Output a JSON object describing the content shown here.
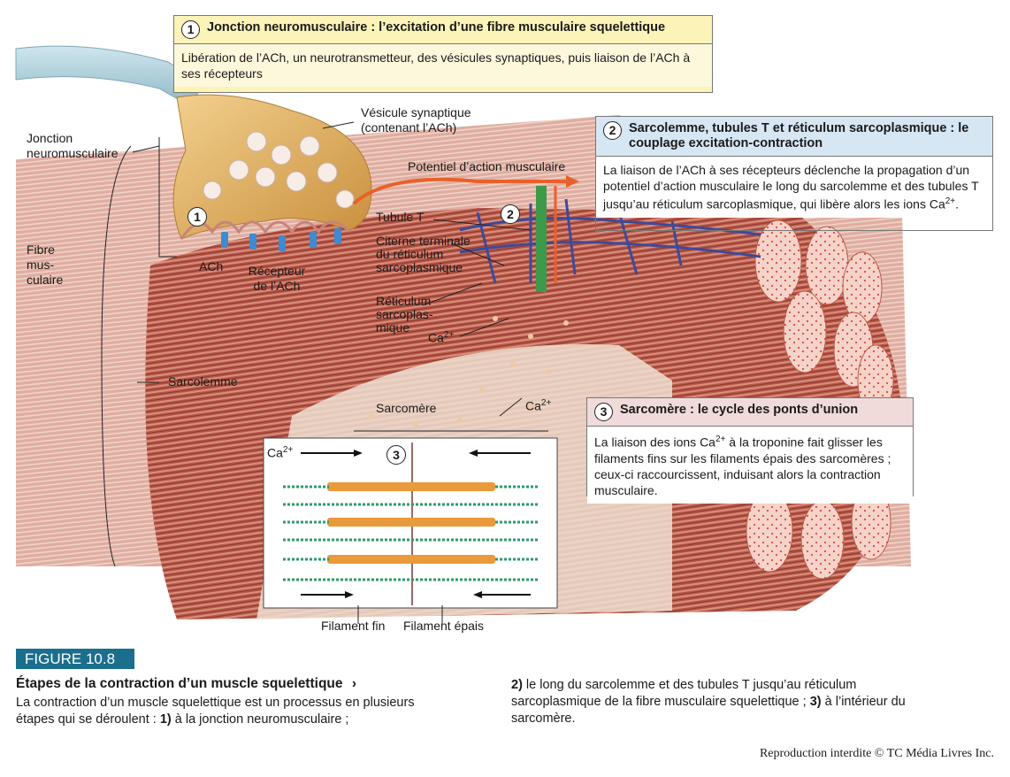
{
  "box1": {
    "num": "1",
    "title": "Jonction neuromusculaire : l’excitation d’une fibre musculaire squelettique",
    "text": "Libération de l’ACh, un neurotransmetteur, des vésicules synaptiques, puis liaison de l’ACh à ses récepteurs"
  },
  "box2": {
    "num": "2",
    "title": "Sarcolemme, tubules T et réticulum sarcoplasmique : le couplage excitation-contraction",
    "text_before": "La liaison de l’ACh à ses récepteurs déclenche la propagation d’un potentiel d’action musculaire le long du sarcolemme et des tubules T jusqu’au réticulum sarcoplasmique, qui libère alors les ions Ca",
    "sup": "2+",
    "text_after": "."
  },
  "box3": {
    "num": "3",
    "title": "Sarcomère : le cycle des ponts d’union",
    "text_before": "La liaison des ions Ca",
    "sup": "2+",
    "text_after": " à la troponine fait glisser les filaments fins sur les filaments épais des sarcomères ; ceux-ci raccourcissent, induisant alors la contraction musculaire."
  },
  "labels": {
    "jonction": "Jonction neuromusculaire",
    "fibre": "Fibre mus-culaire",
    "vesicule": "Vésicule synaptique (contenant l’ACh)",
    "potentiel": "Potentiel d’action musculaire",
    "tubule": "Tubule T",
    "citerne": "Citerne terminale du réticulum sarcoplasmique",
    "reticulum": "Réticulum sarcoplas-mique",
    "ca": "Ca",
    "ca_sup": "2+",
    "ach": "ACh",
    "recepteur": "Récepteur de l’ACh",
    "sarcolemme": "Sarcolemme",
    "sarcomere": "Sarcomère",
    "filament_fin": "Filament fin",
    "filament_epais": "Filament épais",
    "step1": "1",
    "step2": "2",
    "step3": "3"
  },
  "figure": {
    "badge": "FIGURE 10.8",
    "title": "Étapes de la contraction d’un muscle squelettique",
    "chevron": "›",
    "col1_text": "La contraction d’un muscle squelettique est un processus en plusieurs étapes qui se déroulent : ",
    "col1_b1": "1)",
    "col1_t1": " à la jonction neuromusculaire ;",
    "col2_b2": "2)",
    "col2_t2": " le long du sarcolemme et des tubules T jusqu’au réticulum sarcoplasmique de la fibre musculaire squelettique ; ",
    "col2_b3": "3)",
    "col2_t3": " à l’intérieur du sarcomère."
  },
  "credit": "Reproduction interdite © TC Média Livres Inc.",
  "colors": {
    "muscle": "#b85a48",
    "muscle_light": "#e8b8a8",
    "nerve": "#e2b56b",
    "ttubule": "#3d4a9a",
    "reticulum": "#3d9a4a",
    "box1_header": "#fbf3b8",
    "box2_header": "#d7e6f3",
    "box3_header": "#f1dada",
    "badge": "#1b6f8c",
    "arrow": "#e9602a"
  }
}
